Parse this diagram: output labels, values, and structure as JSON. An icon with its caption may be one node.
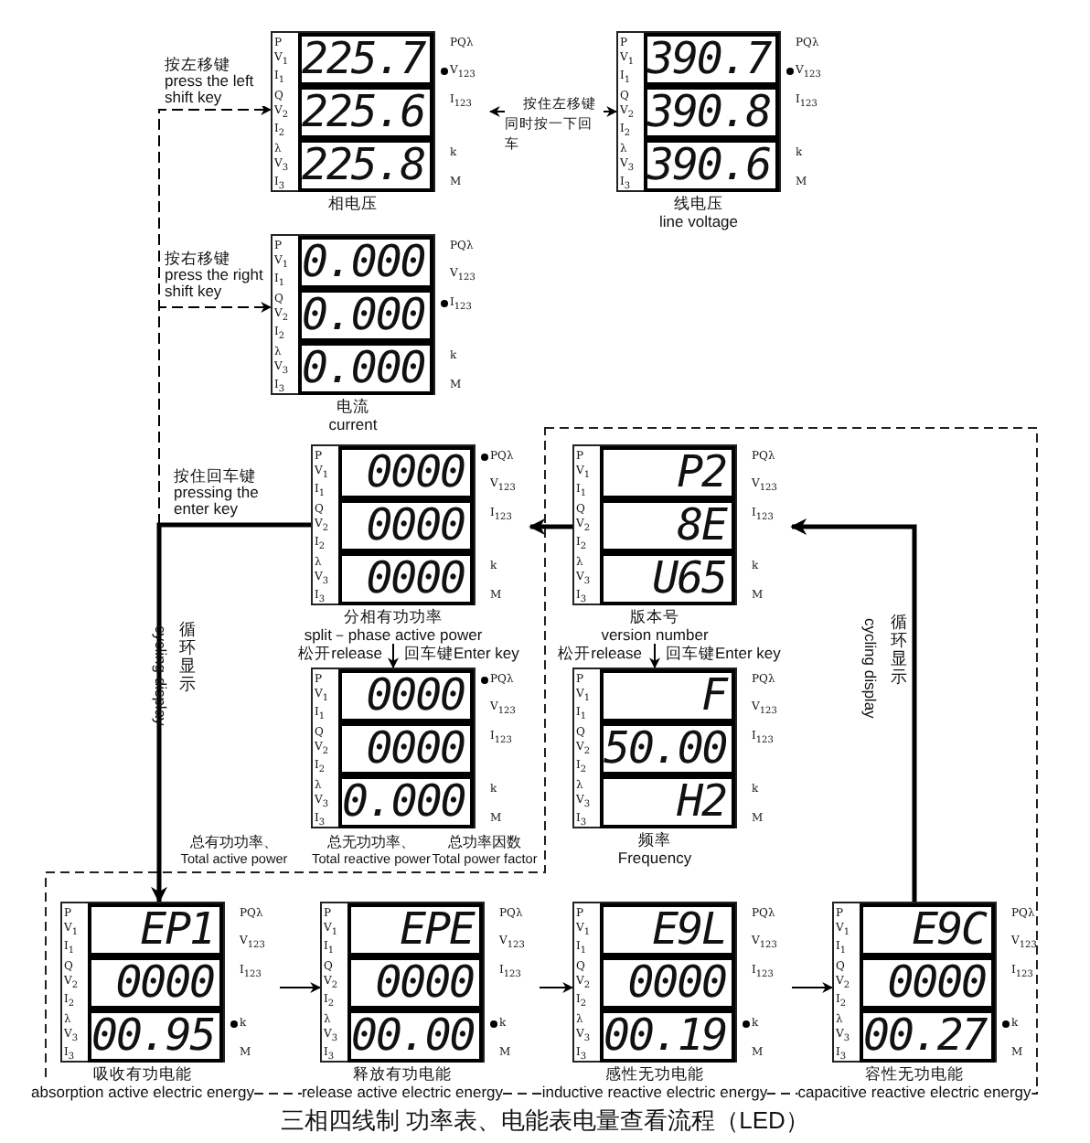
{
  "diagram": {
    "caption": "三相四线制 功率表、电能表电量查看流程（LED）",
    "nodes": [
      {
        "text": [
          "P V$_{1}$ I$_{1}$",
          "225.7",
          "Q V$_{2}$ I$_{2}$",
          "225.6",
          "λ V$_{3}$ I$_{3}$",
          "225.8"
        ],
        "beside": [
          "PQλ",
          "V$_{123}$",
          "I$_{123}$",
          "k",
          "M",
          "相电压"
        ]
      },
      {
        "text": [
          "P V$_{1}$ I$_{1}$",
          "390.7",
          "Q V$_{2}$ I$_{2}$",
          "390.8",
          "λ V$_{3}$ I$_{3}$",
          "390.6"
        ],
        "beside": [
          "PQλ",
          "V$_{123}$",
          "I$_{123}$",
          "k",
          "M",
          "线电压",
          "line voltage"
        ]
      },
      {
        "text": [
          "P V$_{1}$ I$_{1}$",
          "0.000",
          "Q V$_{2}$ I$_{2}$",
          "0.000",
          "λ V$_{3}$ I$_{3}$",
          "0.000"
        ],
        "beside": [
          "PQλ",
          "V$_{123}$",
          "I$_{123}$",
          "k",
          "M",
          "电流",
          "current"
        ]
      },
      {
        "text": [
          "P V$_{1}$ I$_{1}$",
          "0000",
          "Q V$_{2}$ I$_{2}$",
          "0000",
          "λ V$_{3}$ I$_{3}$",
          "0000"
        ],
        "beside": [
          "PQλ",
          "V$_{123}$",
          "I$_{123}$",
          "k",
          "M",
          "分相有功功率",
          "split－phase active power"
        ]
      },
      {
        "text": [
          "P V$_{1}$ I$_{1}$",
          "0000",
          "Q V$_{2}$ I$_{2}$",
          "0000",
          "λ V$_{3}$ I$_{3}$",
          "0.000",
          "PQλ",
          "V$_{123}$",
          "I$_{123}$",
          "k",
          "M",
          "总有功功率、",
          "Total active power",
          "总无功功率、",
          "Total reactive power",
          "总功率因数",
          "Total power factor"
        ]
      },
      {
        "text": [
          "P V$_{1}$ I$_{1}$",
          "P2",
          "Q V$_{2}$ I$_{2}$",
          "8E",
          "λ V$_{3}$ I$_{3}$",
          "U65"
        ],
        "beside": [
          "PQλ",
          "V$_{123}$",
          "I$_{123}$",
          "k",
          "M",
          "版本号",
          "version number"
        ]
      },
      {
        "text": [
          "P V$_{1}$ I$_{1}$",
          "F",
          "Q V$_{2}$ I$_{2}$",
          "50.00",
          "λ V$_{3}$ I$_{3}$",
          "H2"
        ],
        "beside": [
          "PQλ",
          "V$_{123}$",
          "I$_{123}$",
          "k",
          "M",
          "频率",
          "Frequency"
        ]
      },
      {
        "text": [
          "P V$_{1}$ I$_{1}$",
          "EP1",
          "Q V$_{2}$ I$_{2}$",
          "0000",
          "λ V$_{3}$ I$_{3}$",
          "00.95"
        ],
        "beside": [
          "PQλ",
          "V$_{123}$",
          "I$_{123}$",
          "k",
          "M",
          "吸收有功电能",
          "absorption active electric energy"
        ]
      },
      {
        "text": [
          "P V$_{1}$ I$_{1}$",
          "EPE",
          "Q V$_{2}$ I$_{2}$",
          "0000",
          "λ V$_{3}$ I$_{3}$",
          "00.00"
        ],
        "beside": [
          "PQλ",
          "V$_{123}$",
          "I$_{123}$",
          "k",
          "M",
          "释放有功电能",
          "release active electric energy"
        ]
      },
      {
        "text": [
          "P V$_{1}$ I$_{1}$",
          "E9L",
          "Q V$_{2}$ I$_{2}$",
          "0000",
          "λ V$_{3}$ I$_{3}$",
          "00.19"
        ],
        "beside": [
          "PQλ",
          "V$_{123}$",
          "I$_{123}$",
          "k",
          "M",
          "感性无功电能",
          "inductive reactive electric energy"
        ]
      },
      {
        "text": [
          "P V$_{1}$ I$_{1}$",
          "E9C",
          "Q V$_{2}$ I$_{2}$",
          "0000",
          "λ V$_{3}$ I$_{3}$",
          "00.27"
        ],
        "beside": [
          "PQλ",
          "V$_{123}$",
          "I$_{123}$",
          "k",
          "M",
          "容性无功电能",
          "capacitive reactive electric energy"
        ]
      }
    ],
    "edges": [
      {
        "from": null,
        "to": 0,
        "arrow": "to",
        "style": "dashed",
        "label": "按左移键 press the left shift key"
      },
      {
        "from": null,
        "to": 2,
        "arrow": "to",
        "style": "dashed",
        "label": "按右移键 press the right shift key"
      },
      {
        "from": 0,
        "to": 1,
        "arrow": "both",
        "label": "按住左移键同时按一下回车"
      },
      {
        "from": 3,
        "to": 7,
        "arrow": "to",
        "style": "thick",
        "label": "按住回车键 pressing the enter key"
      },
      {
        "from": 3,
        "to": 4,
        "arrow": "to"
      },
      {
        "from": 5,
        "to": 3,
        "arrow": "to",
        "style": "thick"
      },
      {
        "from": 5,
        "to": 6,
        "arrow": "to"
      },
      {
        "from": 7,
        "to": 8,
        "arrow": "to"
      },
      {
        "from": 8,
        "to": 9,
        "arrow": "to"
      },
      {
        "from": 9,
        "to": 10,
        "arrow": "to"
      },
      {
        "from": 10,
        "to": 5,
        "arrow": "to",
        "style": "thick"
      }
    ],
    "labels": [
      "松开release",
      "回车键Enter key",
      "松开release",
      "回车键Enter key",
      "循环显示",
      "cycling display",
      "循环显示",
      "cycling display"
    ]
  }
}
